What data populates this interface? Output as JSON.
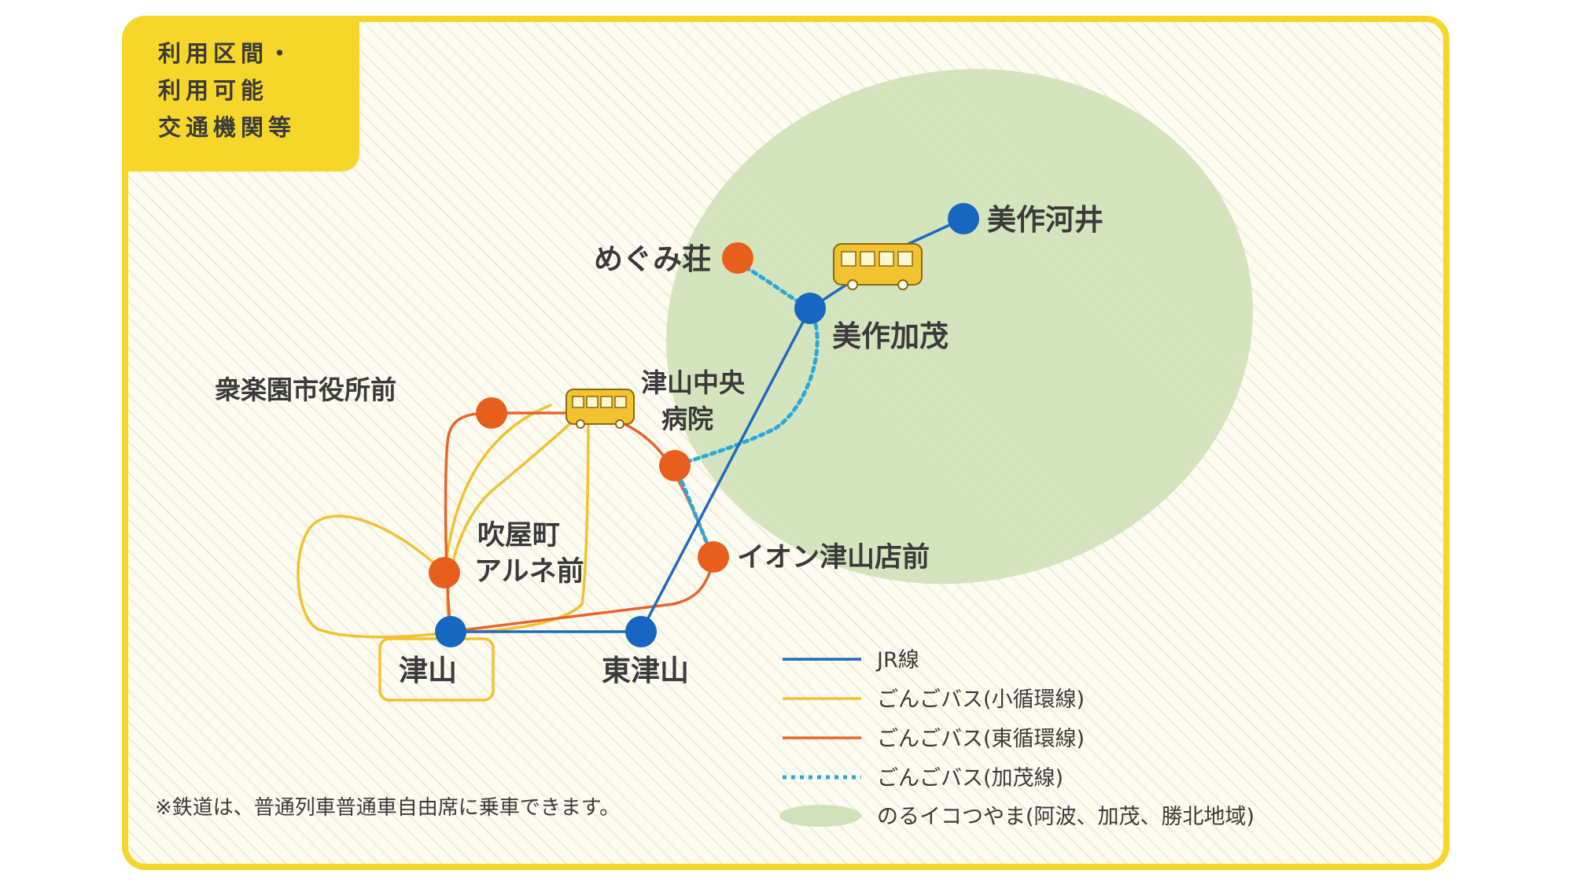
{
  "header": {
    "lines": [
      "利用区間・",
      "利用可能",
      "交通機関等"
    ]
  },
  "stations": {
    "mimasaka_kawai": "美作河井",
    "mimasaka_kamo": "美作加茂",
    "megumiso": "めぐみ荘",
    "shurakuen": "衆楽園市役所前",
    "tsuyama_chuo_1": "津山中央",
    "tsuyama_chuo_2": "病院",
    "fukiyacho_1": "吹屋町",
    "fukiyacho_2": "アルネ前",
    "aeon": "イオン津山店前",
    "tsuyama": "津山",
    "higashi_tsuyama": "東津山"
  },
  "legend": {
    "items": [
      {
        "label": "JR線",
        "color": "#1f6bbf",
        "style": "solid"
      },
      {
        "label": "ごんごバス(小循環線)",
        "color": "#f2c230",
        "style": "solid"
      },
      {
        "label": "ごんごバス(東循環線)",
        "color": "#e8642a",
        "style": "solid"
      },
      {
        "label": "ごんごバス(加茂線)",
        "color": "#2aa9dc",
        "style": "dotted"
      },
      {
        "label": "のるイコつやま(阿波、加茂、勝北地域)",
        "color": "#cfe2b8",
        "style": "area"
      }
    ]
  },
  "footnote": "※鉄道は、普通列車普通車自由席に乗車できます。",
  "colors": {
    "frame": "#f7d62a",
    "jr": "#1f6bbf",
    "bus_small": "#f2c230",
    "bus_east": "#e8642a",
    "bus_kamo": "#2aa9dc",
    "area": "#cfe2b8",
    "jr_station": "#1766c0",
    "bus_stop": "#e85e1c"
  },
  "icons": [
    "bus-icon"
  ]
}
